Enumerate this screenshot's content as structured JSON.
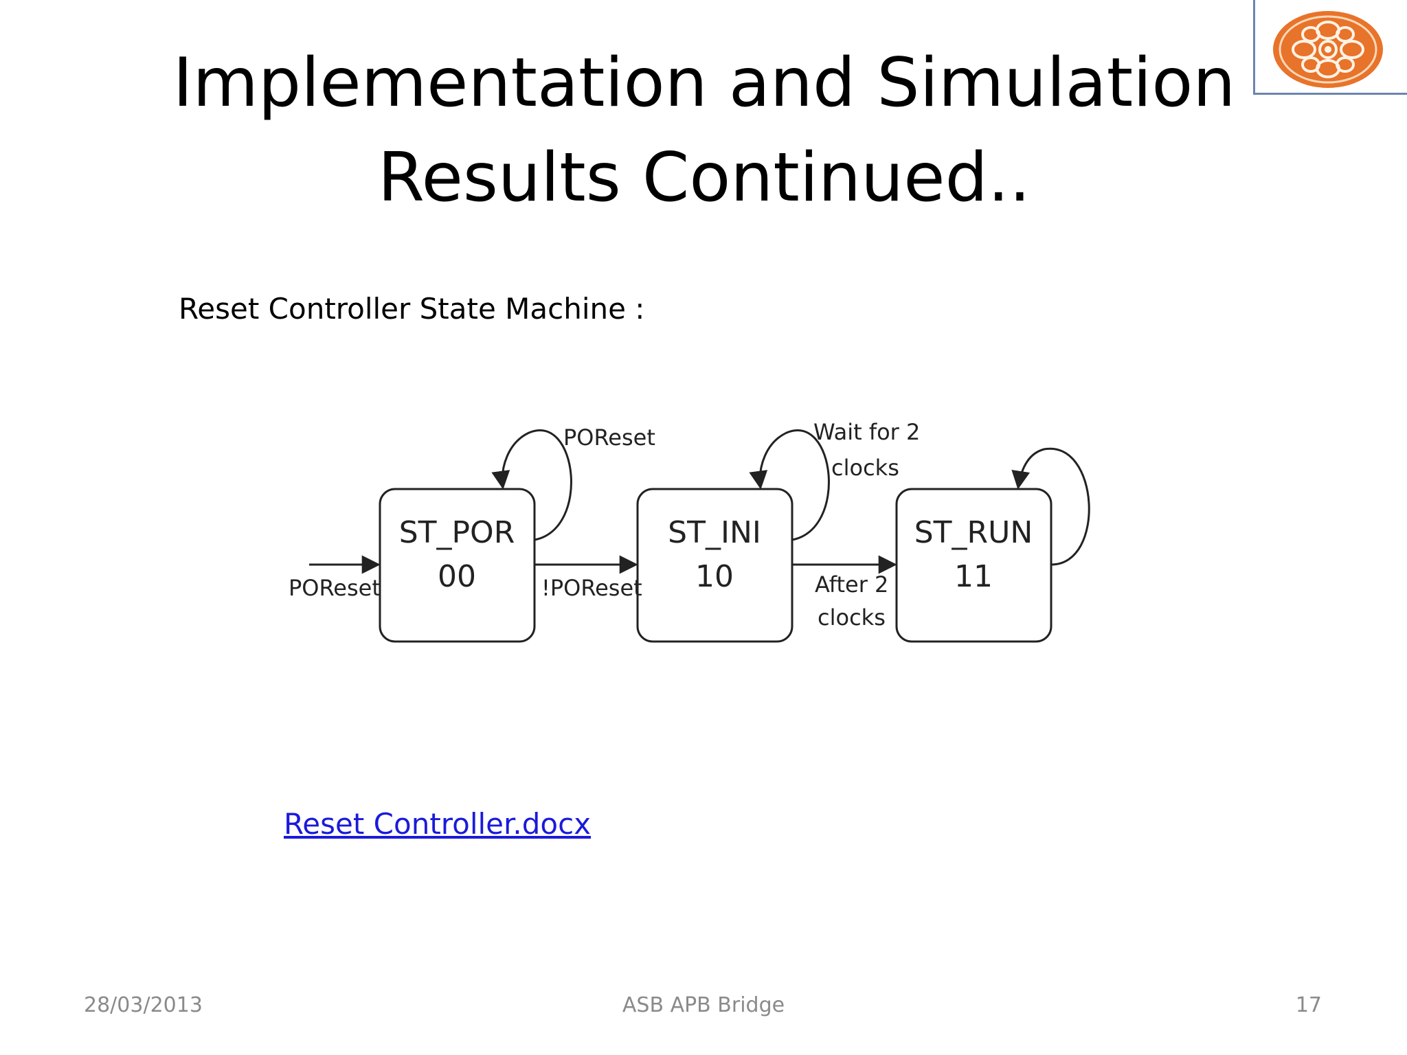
{
  "slide": {
    "title_line1": "Implementation and Simulation",
    "title_line2": "Results Continued..",
    "subtitle": "Reset Controller State Machine :",
    "link_text": "Reset Controller.docx",
    "logo_icon": "university-seal-icon"
  },
  "diagram": {
    "states": [
      {
        "name": "ST_POR",
        "code": "00"
      },
      {
        "name": "ST_INI",
        "code": "10"
      },
      {
        "name": "ST_RUN",
        "code": "11"
      }
    ],
    "labels": {
      "entry": "POReset",
      "por_self": "POReset",
      "por_to_ini": "!POReset",
      "ini_self_1": "Wait for 2",
      "ini_self_2": "clocks",
      "ini_to_run_1": "After 2",
      "ini_to_run_2": "clocks"
    }
  },
  "footer": {
    "date": "28/03/2013",
    "center": "ASB APB Bridge",
    "page": "17"
  },
  "colors": {
    "link": "#1a1adb",
    "footer_text": "#8a8a8a",
    "logo_orange": "#e8732a"
  }
}
